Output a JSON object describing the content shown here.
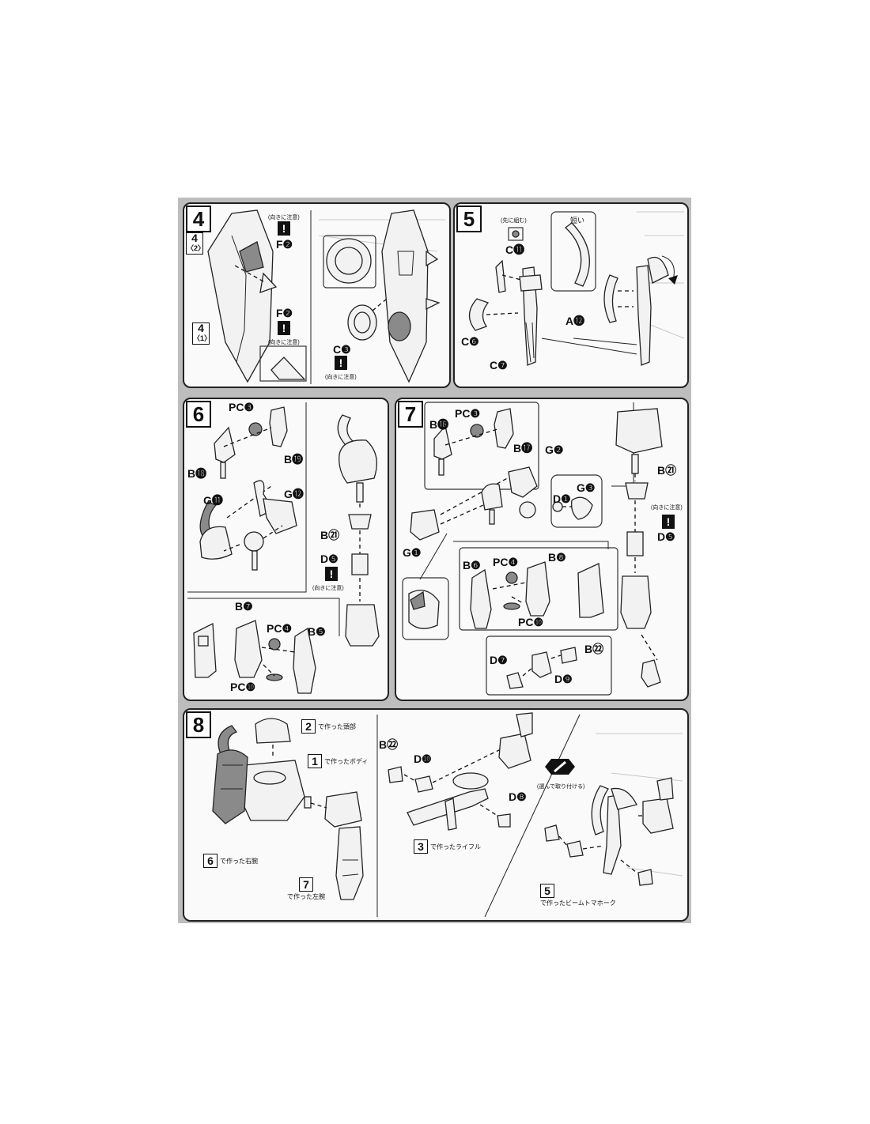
{
  "p4": {
    "step": "4",
    "sub_top_num": "4",
    "sub_top_tag": "〈2〉",
    "sub_bottom_num": "4",
    "sub_bottom_tag": "〈1〉",
    "f2_top": "F❷",
    "f2_bottom": "F❷",
    "c3": "C❸",
    "orient_note": "(向きに注意)",
    "warn": "!"
  },
  "p5": {
    "step": "5",
    "c11": "C⓫",
    "c6": "C❻",
    "c7": "C❼",
    "a12": "A⓬",
    "first_note": "(先に組む)",
    "short_note": "短い"
  },
  "p6": {
    "step": "6",
    "pcc": "PC❸",
    "b19": "B⓳",
    "b18": "B⓲",
    "g11": "G⓫",
    "g12": "G⓬",
    "b21": "B㉑",
    "d5": "D❺",
    "b7": "B❼",
    "pcd": "PC❹",
    "b5": "B❺",
    "pcj": "PC❿",
    "orient_note": "(向きに注意)",
    "warn": "!"
  },
  "p7": {
    "step": "7",
    "b16": "B⓰",
    "pcc": "PC❸",
    "b17": "B⓱",
    "g2": "G❷",
    "g3": "G❸",
    "d1": "D❶",
    "g1": "G❶",
    "b21": "B㉑",
    "d5": "D❺",
    "b6": "B❻",
    "pcd": "PC❹",
    "b8": "B❽",
    "pcj": "PC❿",
    "d7": "D❼",
    "b22": "B㉒",
    "d9": "D❾",
    "orient_note": "(向きに注意)",
    "warn": "!"
  },
  "p8": {
    "step": "8",
    "ref2_num": "2",
    "ref2_text": "で作った頭部",
    "ref1_num": "1",
    "ref1_text": "で作ったボディ",
    "ref6_num": "6",
    "ref6_text": "で作った右腕",
    "ref7_num": "7",
    "ref7_text": "で作った左腕",
    "ref3_num": "3",
    "ref3_text": "で作ったライフル",
    "ref5_num": "5",
    "ref5_text": "で作ったビームトマホーク",
    "b22": "B㉒",
    "d10": "D❿",
    "d8": "D❽",
    "choose_note": "(選んで取り付ける)"
  }
}
